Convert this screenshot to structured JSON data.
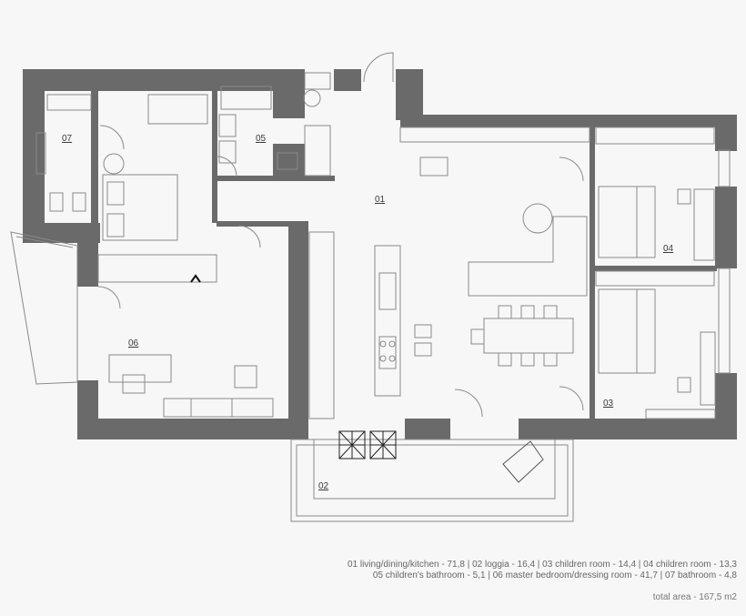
{
  "rooms": [
    {
      "num": "01"
    },
    {
      "num": "02"
    },
    {
      "num": "03"
    },
    {
      "num": "04"
    },
    {
      "num": "05"
    },
    {
      "num": "06"
    },
    {
      "num": "07"
    }
  ],
  "legend": {
    "line1": "01 living/dining/kitchen - 71,8 | 02 loggia - 16,4 | 03 children room - 14,4 | 04 children room - 13,3",
    "line2": "05 children's bathroom - 5,1 | 06 master bedroom/dressing room - 41,7 | 07 bathroom - 4,8",
    "total": "total area - 167,5 m2"
  },
  "colors": {
    "wall": "#6a6a6a",
    "line": "#8a8a8a",
    "background": "#f7f7f7",
    "text": "#3a3a3a"
  }
}
